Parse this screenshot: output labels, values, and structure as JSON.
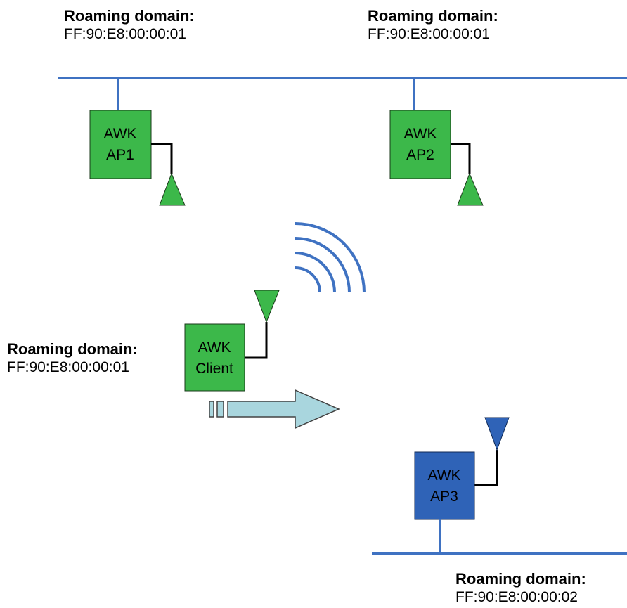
{
  "colors": {
    "green": "#3cb84a",
    "blue_device": "#2f63b7",
    "network_line": "#3f72c2",
    "arrow": "#a9d6de"
  },
  "labels": {
    "domain_ap1": {
      "title": "Roaming domain:",
      "mac": "FF:90:E8:00:00:01"
    },
    "domain_ap2": {
      "title": "Roaming domain:",
      "mac": "FF:90:E8:00:00:01"
    },
    "domain_client": {
      "title": "Roaming domain:",
      "mac": "FF:90:E8:00:00:01"
    },
    "domain_ap3": {
      "title": "Roaming domain:",
      "mac": "FF:90:E8:00:00:02"
    }
  },
  "devices": {
    "ap1": {
      "line1": "AWK",
      "line2": "AP1"
    },
    "ap2": {
      "line1": "AWK",
      "line2": "AP2"
    },
    "client": {
      "line1": "AWK",
      "line2": "Client"
    },
    "ap3": {
      "line1": "AWK",
      "line2": "AP3"
    }
  }
}
